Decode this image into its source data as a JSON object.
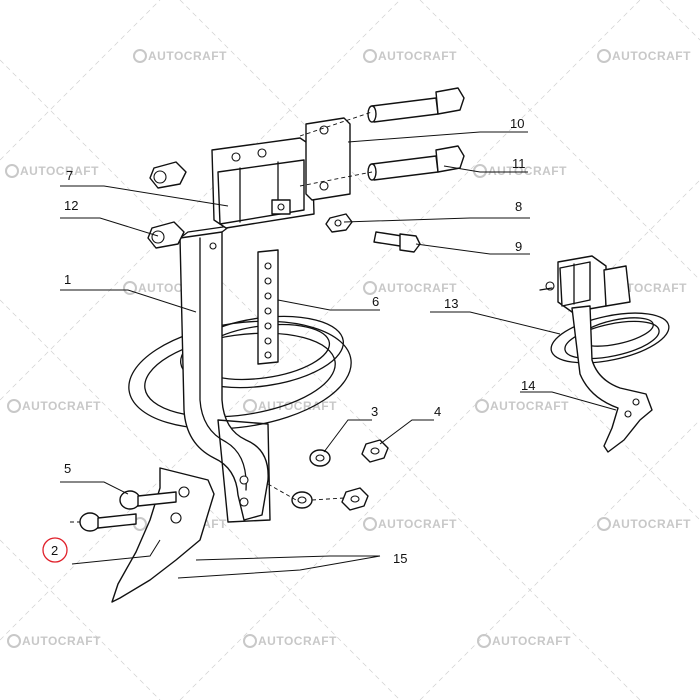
{
  "watermark": {
    "brand_text": "AUTOCRAFT",
    "logo_icon": "autocraft-gear-logo"
  },
  "callouts": [
    {
      "number": "1"
    },
    {
      "number": "2",
      "highlight_color": "#e0202a"
    },
    {
      "number": "3"
    },
    {
      "number": "4"
    },
    {
      "number": "5"
    },
    {
      "number": "6"
    },
    {
      "number": "7"
    },
    {
      "number": "8"
    },
    {
      "number": "9"
    },
    {
      "number": "10"
    },
    {
      "number": "11"
    },
    {
      "number": "12"
    },
    {
      "number": "13"
    },
    {
      "number": "14"
    },
    {
      "number": "15"
    }
  ],
  "colors": {
    "line": "#111111",
    "background": "#ffffff",
    "watermark": "#c8c8c8",
    "highlight": "#e0202a"
  }
}
